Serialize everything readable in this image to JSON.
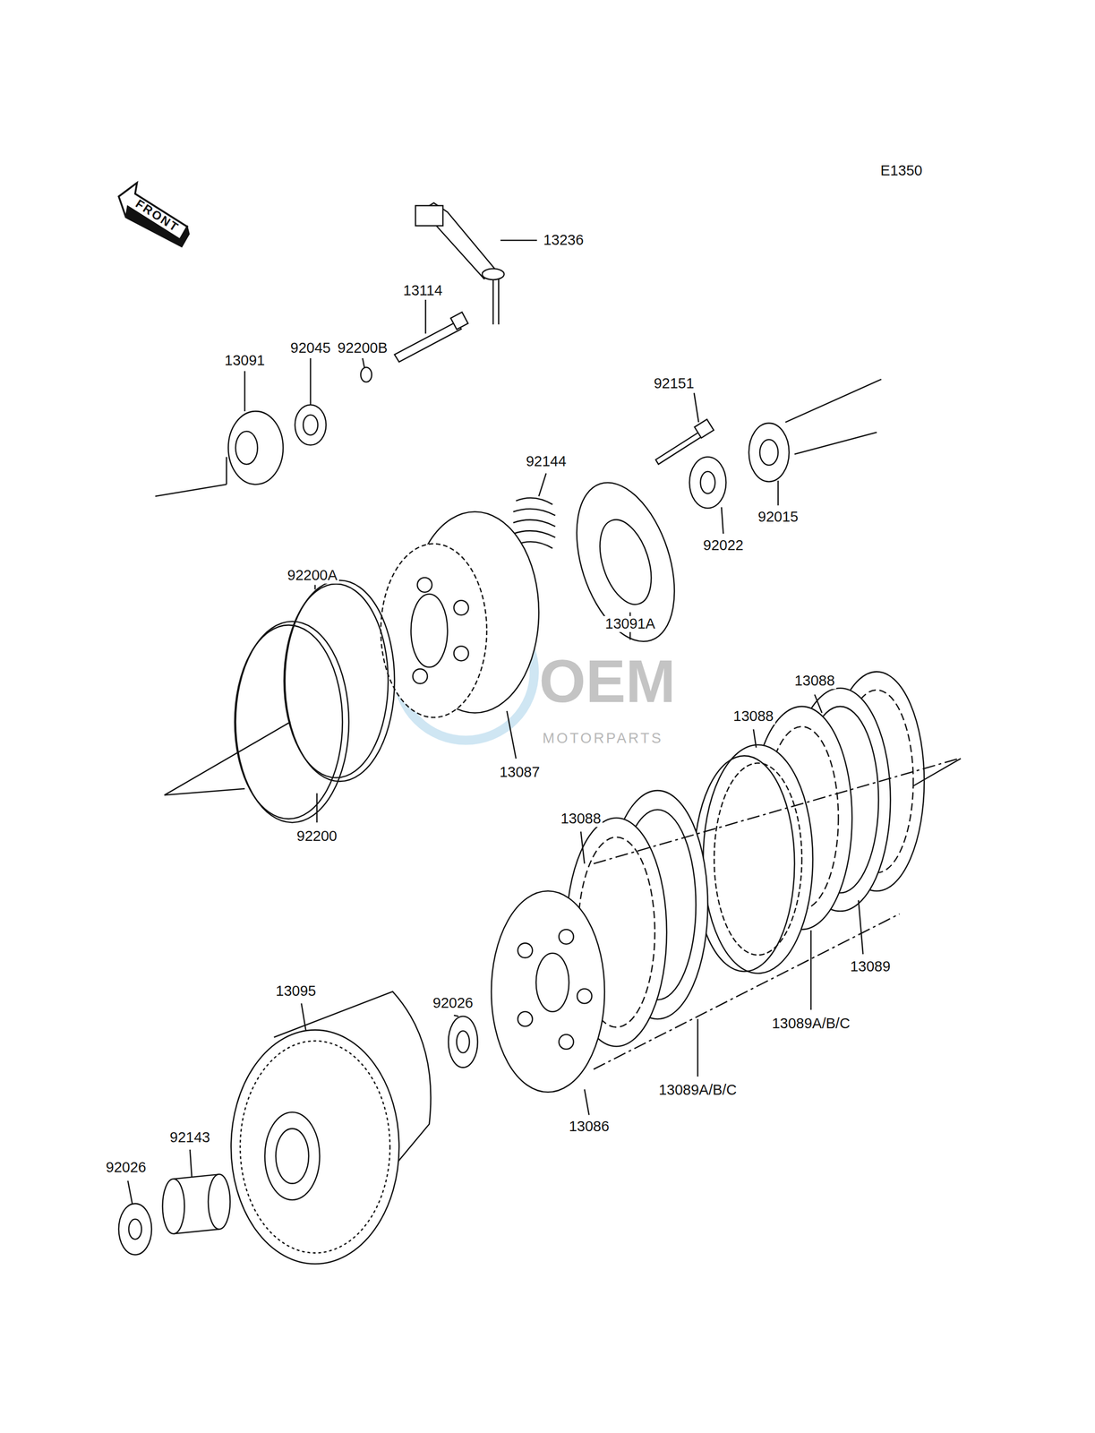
{
  "diagram": {
    "labels": [
      "E1350",
      "FRONT",
      "13236",
      "13114",
      "92200B",
      "92045",
      "13091",
      "92151",
      "92144",
      "92015",
      "92022",
      "13091A",
      "92200A",
      "13087",
      "13088",
      "13088",
      "13088",
      "92200",
      "13089",
      "13089A/B/C",
      "13089A/B/C",
      "13095",
      "92026",
      "13086",
      "92143",
      "92026",
      "OEM",
      "MOTORPARTS"
    ]
  }
}
